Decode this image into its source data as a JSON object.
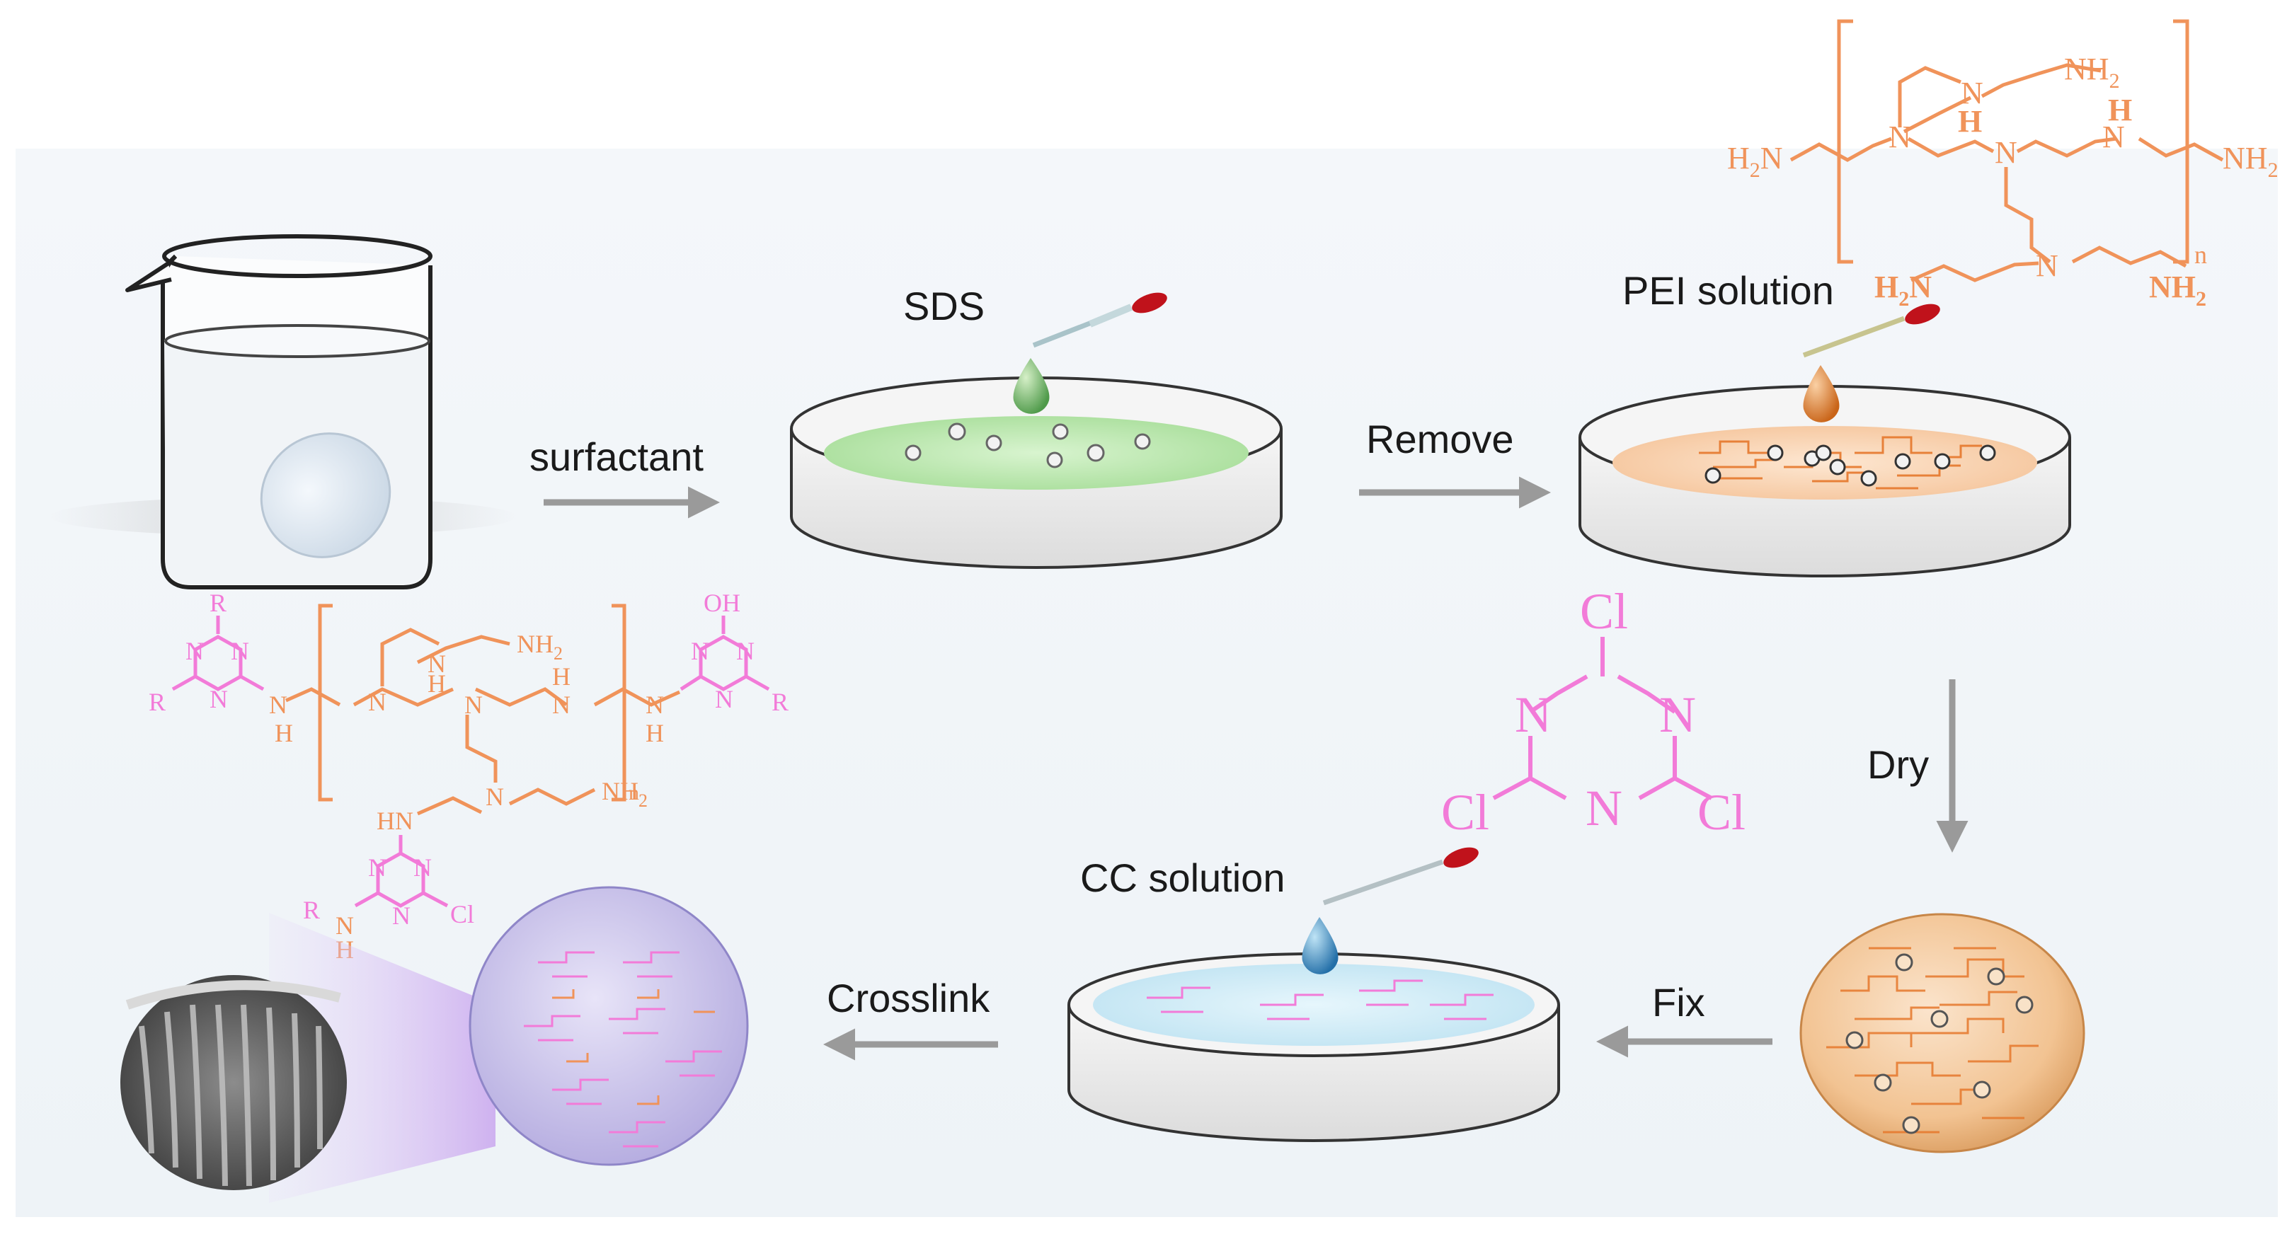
{
  "labels": {
    "surfactant": "surfactant",
    "sds": "SDS",
    "remove": "Remove",
    "pei_solution": "PEI solution",
    "dry": "Dry",
    "cc_solution": "CC solution",
    "fix": "Fix",
    "crosslink": "Crosslink"
  },
  "chem": {
    "nh2": "NH",
    "sub2": "2",
    "h2n": "H",
    "n": "N",
    "h": "H",
    "hn": "HN",
    "r": "R",
    "oh": "OH",
    "cl": "Cl",
    "repeat_n": "n"
  },
  "colors": {
    "orange": "#f0935a",
    "pink": "#f27bd8",
    "arrow": "#9a9a9a",
    "panel": "#eef4f8",
    "sds_green": "#a8e0a0",
    "pei_orange": "#f7c9a0",
    "cc_blue": "#c4e6f4",
    "membrane_purple": "#c8c2ec"
  }
}
